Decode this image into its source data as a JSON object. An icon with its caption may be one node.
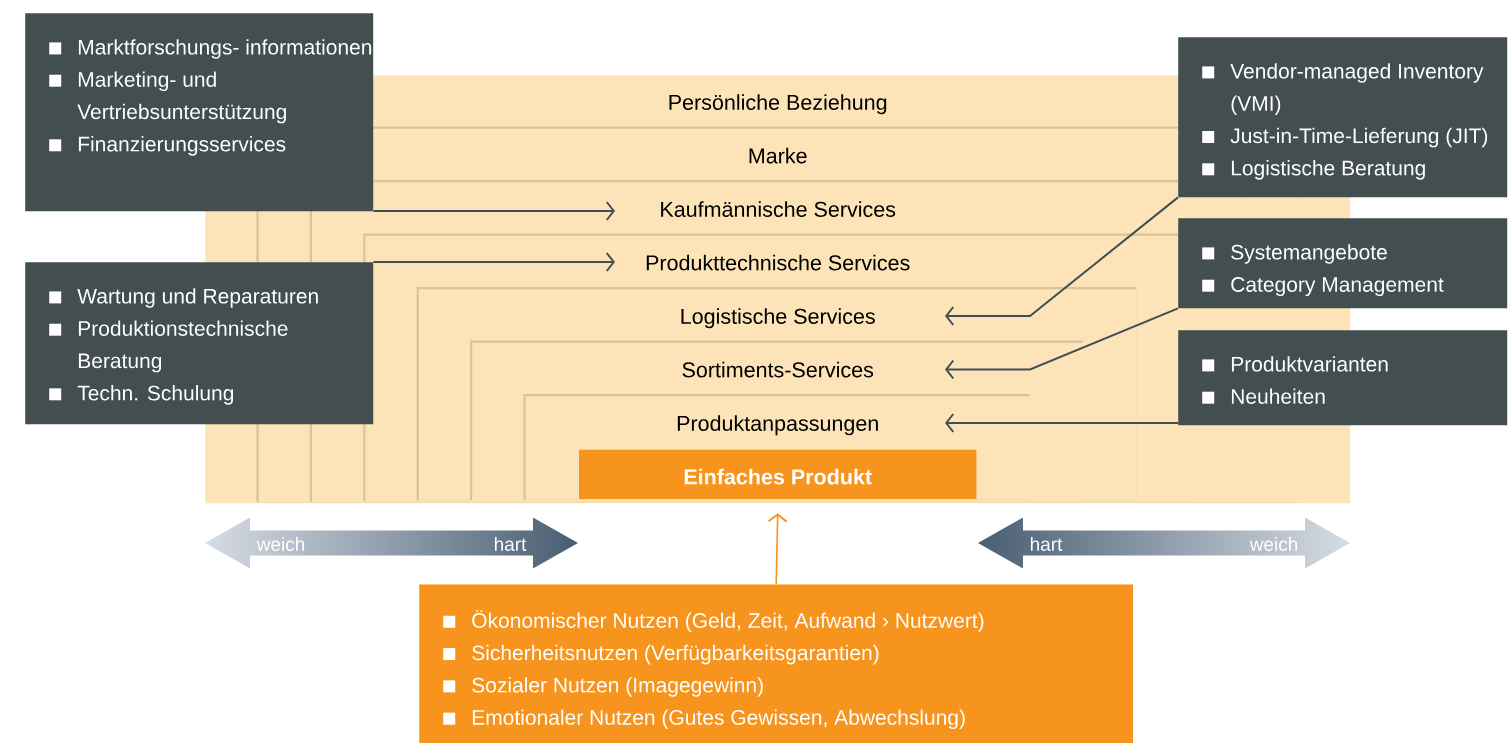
{
  "diagram": {
    "nodes": [
      {
        "text": [
          "Persönliche Beziehung"
        ]
      },
      {
        "text": [
          "Marke"
        ],
        "in": 0
      },
      {
        "text": [
          "Kaufmännische Services"
        ],
        "in": 1
      },
      {
        "text": [
          "Produkttechnische Services"
        ],
        "in": 2
      },
      {
        "text": [
          "Logistische Services"
        ],
        "in": 3
      },
      {
        "text": [
          "Sortiments-Services"
        ],
        "in": 4
      },
      {
        "text": [
          "Produktanpassungen"
        ],
        "in": 5
      },
      {
        "text": [
          "Einfaches Produkt"
        ],
        "in": 6
      },
      {
        "text": [
          "Marktforschungs- informationen",
          "Marketing- und Vertriebsunterstützung",
          "Finanzierungsservices"
        ]
      },
      {
        "text": [
          "Wartung und Reparaturen",
          "Produktionstechnische Beratung",
          "Techn. Schulung"
        ]
      },
      {
        "text": [
          "Vendor-managed Inventory (VMI)",
          "Just-in-Time-Lieferung (JIT)",
          "Logistische Beratung"
        ]
      },
      {
        "text": [
          "Systemangebote",
          "Category Management"
        ]
      },
      {
        "text": [
          "Produktvarianten",
          "Neuheiten"
        ]
      },
      {
        "text": [
          "Ökonomischer Nutzen (Geld, Zeit, Aufwand › Nutzwert)",
          "Sicherheitsnutzen (Verfügbarkeitsgarantien)",
          "Sozialer Nutzen (Imagegewinn)",
          "Emotionaler Nutzen (Gutes Gewissen, Abwechslung)"
        ]
      }
    ],
    "edges": [
      {
        "from": 8,
        "to": 2,
        "arrow": "to"
      },
      {
        "from": 9,
        "to": 3,
        "arrow": "to"
      },
      {
        "from": 10,
        "to": 4,
        "arrow": "to"
      },
      {
        "from": 11,
        "to": 5,
        "arrow": "to"
      },
      {
        "from": 12,
        "to": 6,
        "arrow": "to"
      },
      {
        "from": 13,
        "to": 7,
        "arrow": "to",
        "color": "#f7941d"
      }
    ],
    "labels": [
      "weich",
      "hart",
      "hart",
      "weich"
    ]
  }
}
